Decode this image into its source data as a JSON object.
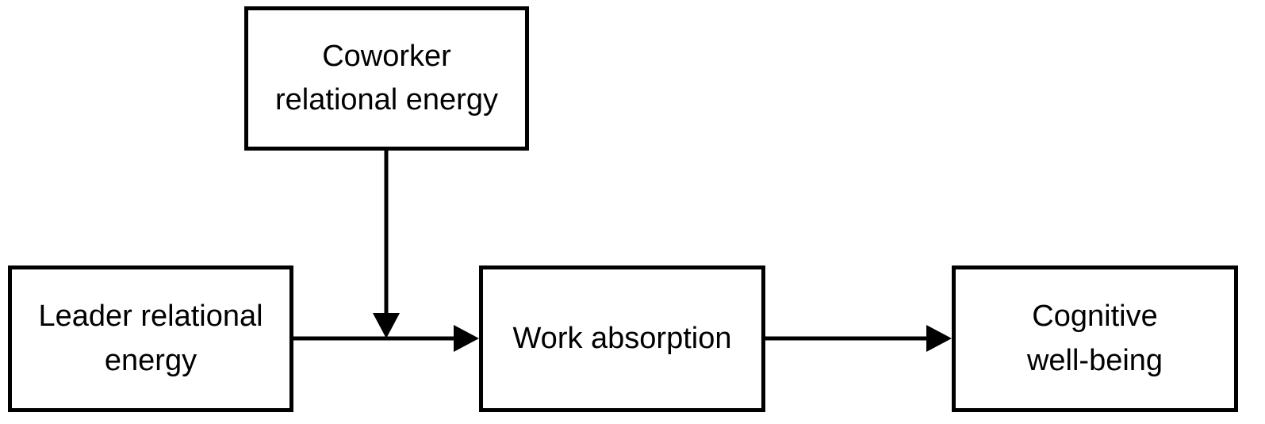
{
  "diagram": {
    "nodes": {
      "coworker": "Coworker\nrelational energy",
      "leader": "Leader relational\nenergy",
      "work": "Work absorption",
      "cognitive": "Cognitive\nwell-being"
    },
    "edges": [
      {
        "from": "leader",
        "to": "work"
      },
      {
        "from": "work",
        "to": "cognitive"
      },
      {
        "from": "coworker",
        "to": "leader-work-path"
      }
    ],
    "colors": {
      "stroke": "#000000",
      "fill": "#ffffff"
    }
  }
}
